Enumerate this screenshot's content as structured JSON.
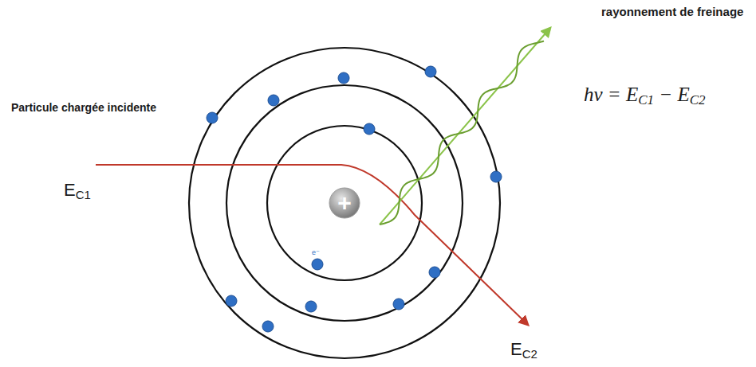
{
  "diagram": {
    "nodes": [
      {
        "text": [
          "+"
        ]
      }
    ],
    "labels": [
      "rayonnement de freinage",
      "hν = E",
      "C1",
      " − E",
      "C2",
      "Particule chargée incidente",
      "E",
      "C1",
      "E",
      "C2",
      "e⁻"
    ]
  }
}
